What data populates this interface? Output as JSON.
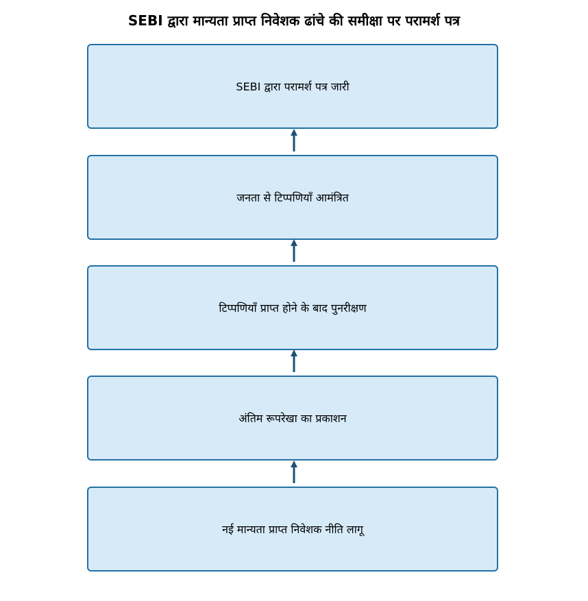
{
  "title": "SEBI द्वारा मान्यता प्राप्त निवेशक ढांचे की समीक्षा पर परामर्श पत्र",
  "colors": {
    "box_fill": "#d6eaf8",
    "box_border": "#2471a3",
    "arrow": "#1a5276"
  },
  "steps": [
    {
      "label": "SEBI द्वारा परामर्श पत्र जारी"
    },
    {
      "label": "जनता से टिप्पणियाँ आमंत्रित"
    },
    {
      "label": "टिप्पणियाँ प्राप्त होने के बाद पुनरीक्षण"
    },
    {
      "label": "अंतिम रूपरेखा का प्रकाशन"
    },
    {
      "label": "नई मान्यता प्राप्त निवेशक नीति लागू"
    }
  ]
}
